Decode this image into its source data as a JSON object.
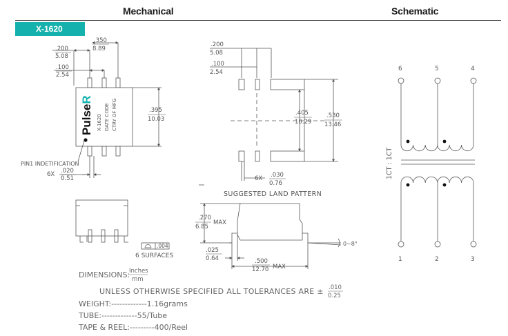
{
  "headers": {
    "mechanical": "Mechanical",
    "schematic": "Schematic"
  },
  "part_number": "X-1620",
  "top_view": {
    "dim_200": ".200",
    "dim_508": "5.08",
    "dim_350": ".350",
    "dim_889": "8.89",
    "dim_100": ".100",
    "dim_254": "2.54",
    "dim_395": ".395",
    "dim_1003": "10.03",
    "pin_count": "6X",
    "dim_020": ".020",
    "dim_051": "0.51",
    "pin1_label": "PIN1 INDETIFICATION",
    "body_text": [
      "X-1620",
      "DATE CODE",
      "CTRY OF MFG"
    ],
    "logo": "PulseR"
  },
  "land_pattern": {
    "dim_200": ".200",
    "dim_508": "5.08",
    "dim_100": ".100",
    "dim_254": "2.54",
    "dim_405": ".405",
    "dim_1029": "10.29",
    "dim_530": ".530",
    "dim_1346": "13.46",
    "pin_count": "6X",
    "dim_030": ".030",
    "dim_076": "0.76",
    "title": "SUGGESTED LAND PATTERN"
  },
  "side_view": {
    "surfaces_label": "6 SURFACES",
    "coplanarity": ".004"
  },
  "front_view": {
    "dim_270": ".270",
    "dim_685": "6.85",
    "max1": "MAX",
    "dim_025": ".025",
    "dim_064": "0.64",
    "dim_500": ".500",
    "dim_1270": "12.70",
    "max2": "MAX",
    "angle": "0~8°"
  },
  "notes": {
    "dimensions_label": "DIMENSIONS:",
    "unit_top": "Inches",
    "unit_bottom": "mm",
    "tolerance_text": "UNLESS OTHERWISE SPECIFIED ALL TOLERANCES ARE ±",
    "tol_top": ".010",
    "tol_bottom": "0.25",
    "weight": "WEIGHT:-------------1.16grams",
    "tube": "TUBE:-------------55/Tube",
    "reel": "TAPE & REEL:---------400/Reel"
  },
  "schematic": {
    "top_pins": [
      "6",
      "5",
      "4"
    ],
    "bottom_pins": [
      "1",
      "2",
      "3"
    ],
    "ratio": "1CT : 1CT"
  },
  "colors": {
    "accent": "#15b2ad",
    "line": "#555555"
  }
}
